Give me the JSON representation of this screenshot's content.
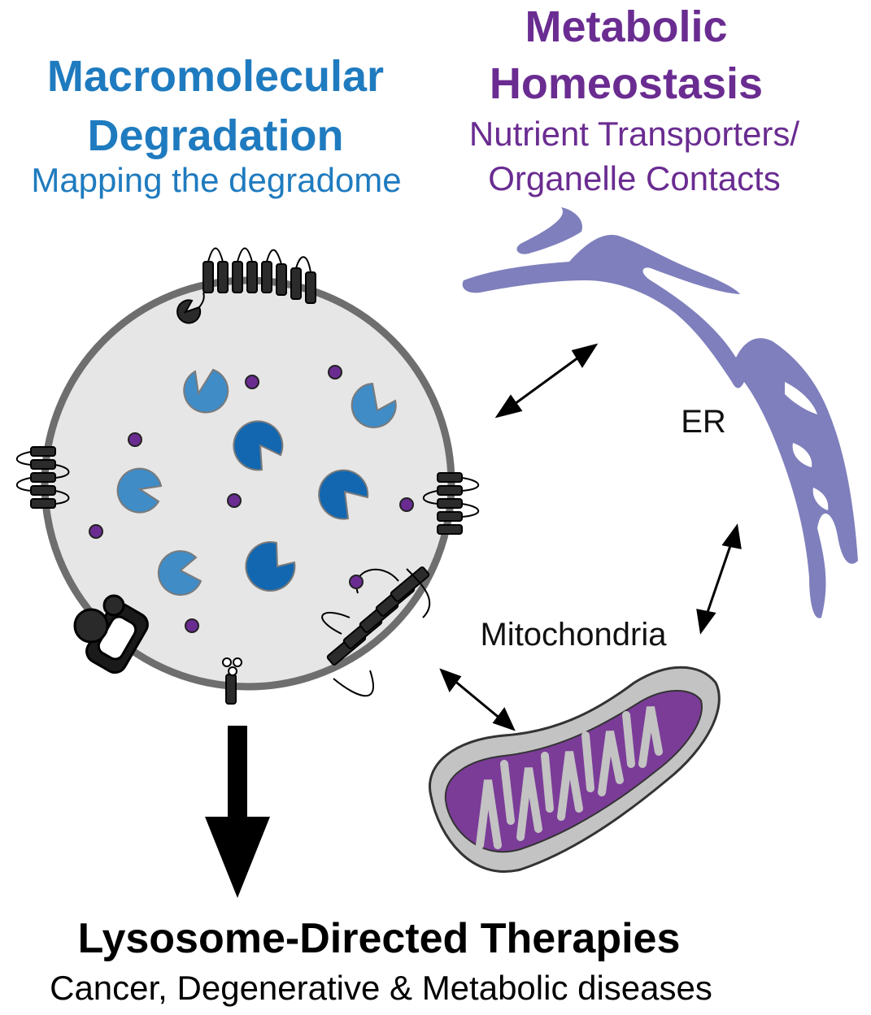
{
  "degradation": {
    "title_line1": "Macromolecular",
    "title_line2": "Degradation",
    "subtitle": "Mapping the degradome"
  },
  "metabolic": {
    "title_line1": "Metabolic",
    "title_line2": "Homeostasis",
    "subtitle_line1": "Nutrient Transporters/",
    "subtitle_line2": "Organelle Contacts"
  },
  "labels": {
    "er": "ER",
    "mitochondria": "Mitochondria"
  },
  "therapies": {
    "title": "Lysosome-Directed Therapies",
    "subtitle": "Cancer, Degenerative & Metabolic diseases"
  },
  "colors": {
    "degradation": "#1f7bbf",
    "metabolic": "#6a2c91",
    "er": "#7f7fbd",
    "mito_matrix": "#7b3c98",
    "lysosome_lumen": "#e6e6e6",
    "lysosome_membrane": "#6e6e6e",
    "enzyme_light": "#3f8cc7",
    "enzyme_dark": "#1267b0",
    "nutrient": "#6a2c91"
  }
}
